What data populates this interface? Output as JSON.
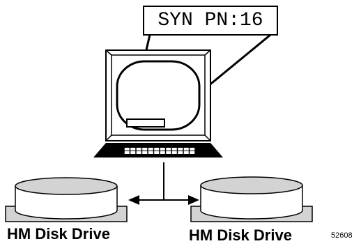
{
  "callout": {
    "text": "SYN PN:16"
  },
  "drives": [
    {
      "label": "HM Disk Drive"
    },
    {
      "label": "HM Disk Drive"
    }
  ],
  "figure_number": "52608",
  "colors": {
    "ink": "#000000",
    "paper": "#ffffff"
  }
}
